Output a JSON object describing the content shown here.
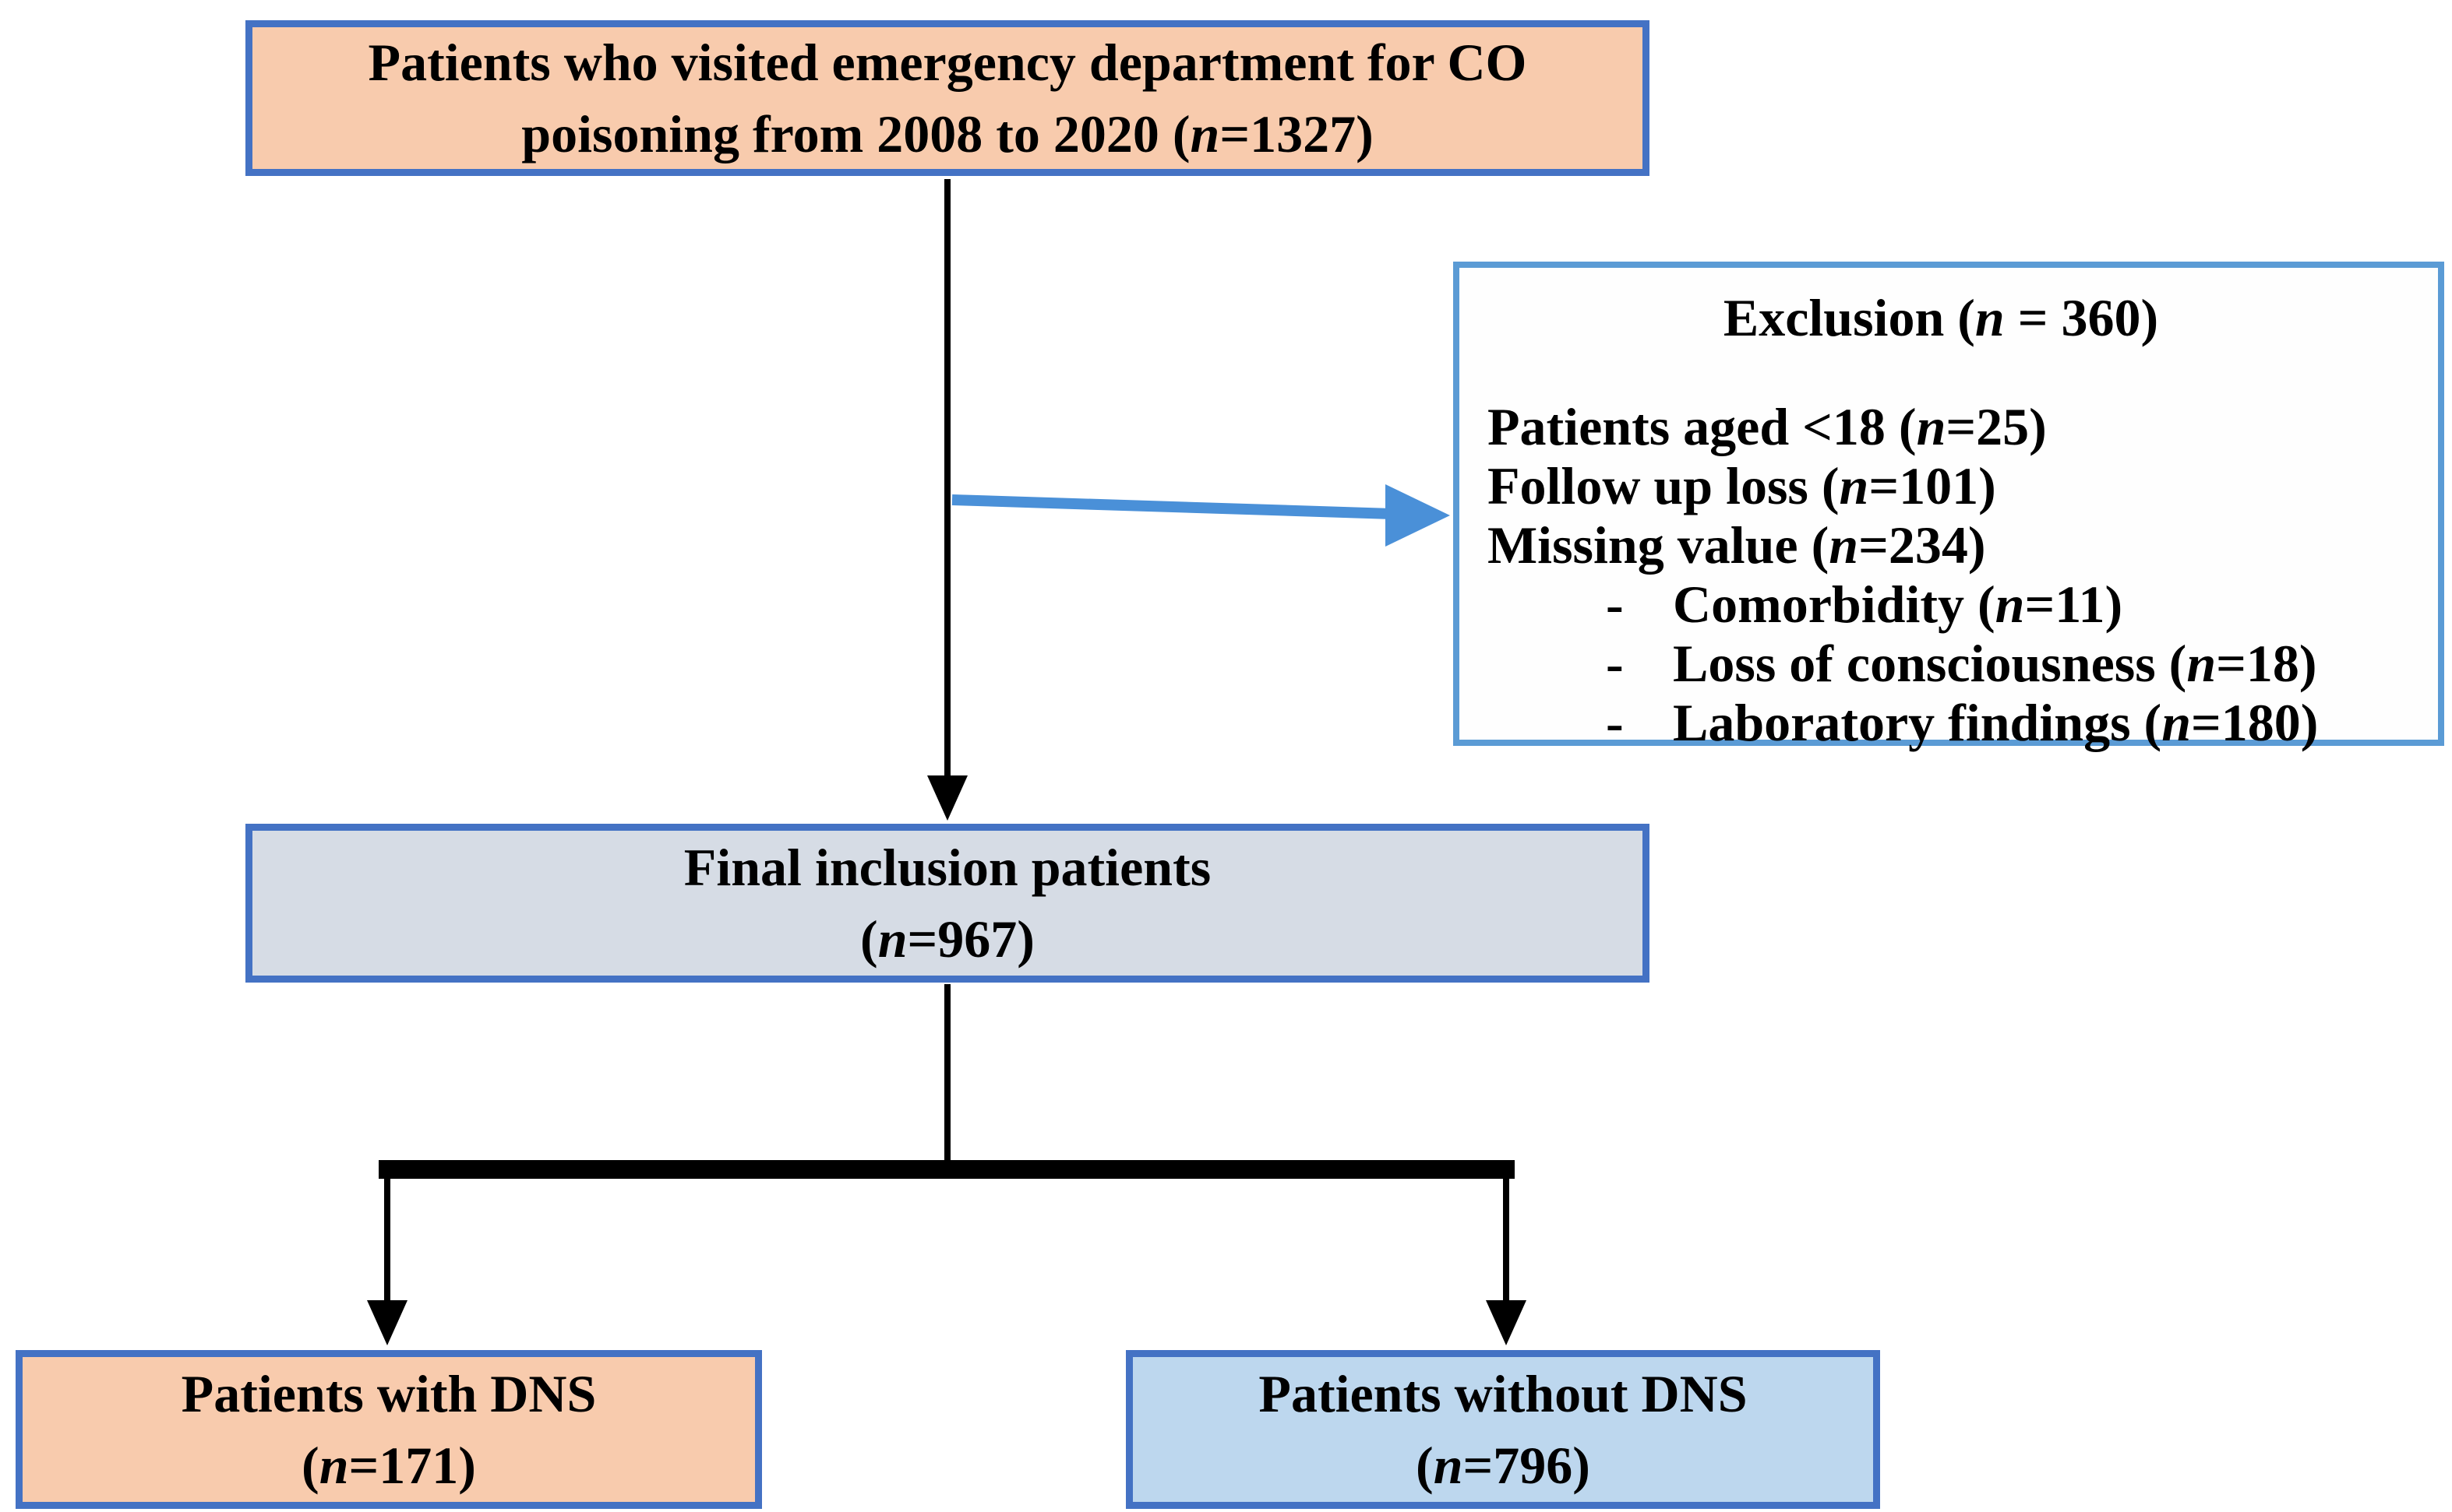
{
  "diagram": {
    "top_box": {
      "line1": "Patients who visited emergency department for CO",
      "line2_pre": "poisoning from 2008 to 2020 (",
      "line2_n": "n",
      "line2_post": "=1327)"
    },
    "exclusion_box": {
      "title_pre": "Exclusion (",
      "title_n": "n",
      "title_post": " = 360)",
      "items": [
        {
          "bullet": "",
          "pre": "Patients aged <18 (",
          "n": "n",
          "post": "=25)"
        },
        {
          "bullet": "",
          "pre": "Follow up loss (",
          "n": "n",
          "post": "=101)"
        },
        {
          "bullet": "",
          "pre": "Missing value (",
          "n": "n",
          "post": "=234)"
        },
        {
          "bullet": "-",
          "pre": "Comorbidity (",
          "n": "n",
          "post": "=11)"
        },
        {
          "bullet": "-",
          "pre": "Loss of consciousness (",
          "n": "n",
          "post": "=18)"
        },
        {
          "bullet": "-",
          "pre": "Laboratory findings (",
          "n": "n",
          "post": "=180)"
        }
      ]
    },
    "final_box": {
      "line1": "Final inclusion patients",
      "line2_pre": "(",
      "line2_n": "n",
      "line2_post": "=967)"
    },
    "dns_box": {
      "line1": "Patients with DNS",
      "line2_pre": "(",
      "line2_n": "n",
      "line2_post": "=171)"
    },
    "no_dns_box": {
      "line1": "Patients without DNS",
      "line2_pre": "(",
      "line2_n": "n",
      "line2_post": "=796)"
    }
  },
  "colors": {
    "peach_fill": "#F8CBAD",
    "gray_blue_fill": "#D6DCE5",
    "light_blue_fill": "#BDD7EE",
    "dark_blue_border": "#4472C4",
    "light_blue_border": "#5B9BD5",
    "arrow_blue": "#4A90D8",
    "arrow_black": "#000000",
    "text_color": "#000000"
  }
}
